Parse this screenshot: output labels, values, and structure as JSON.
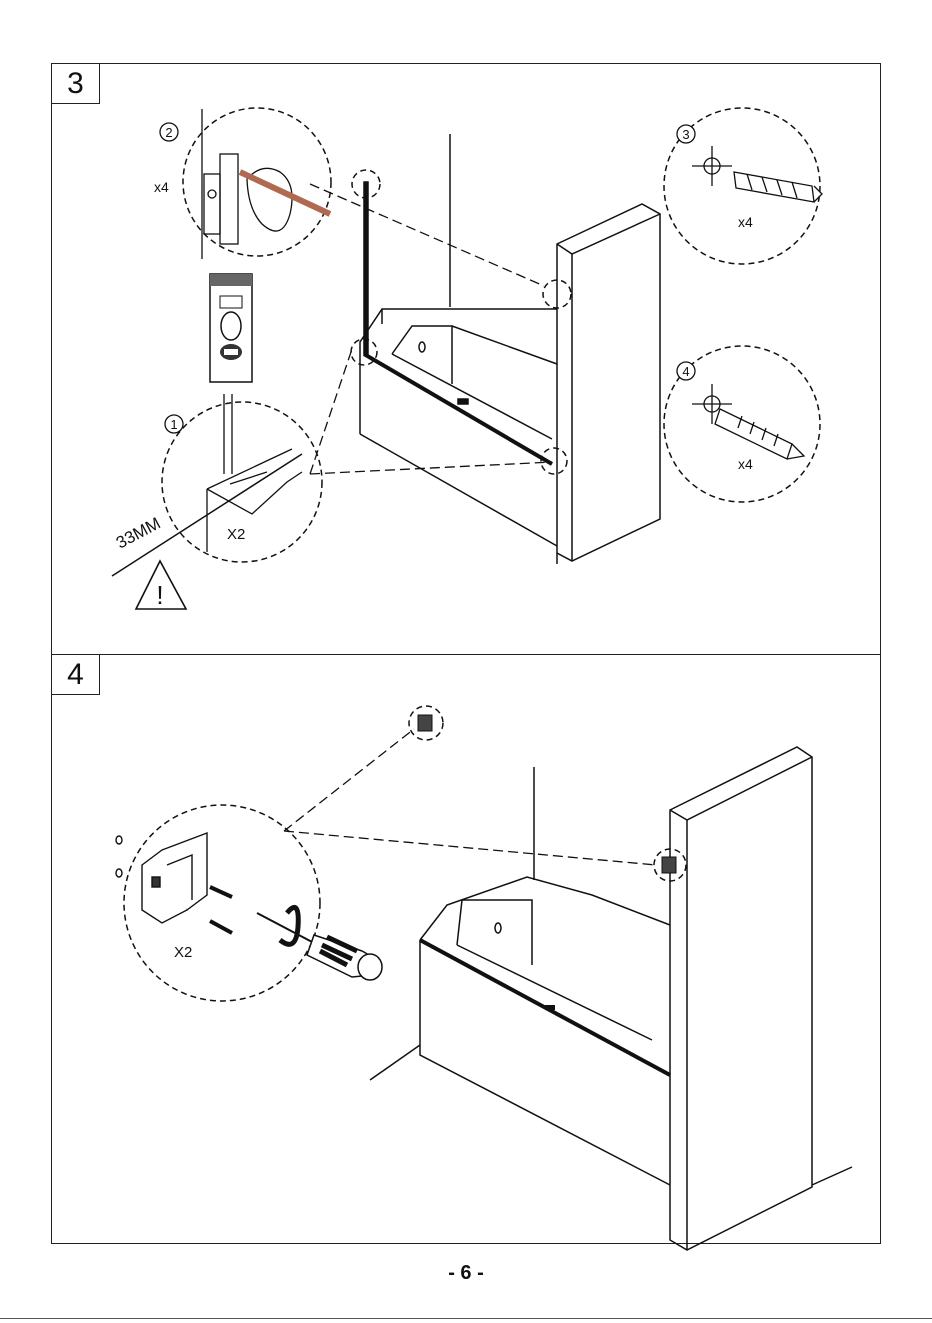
{
  "page_number": "- 6 -",
  "steps": [
    {
      "number": "3",
      "callouts": [
        {
          "id": "2",
          "quantity": "x4"
        },
        {
          "id": "1",
          "quantity": "X2",
          "measurement": "33MM"
        },
        {
          "id": "3",
          "quantity": "x4"
        },
        {
          "id": "4",
          "quantity": "x4"
        }
      ],
      "warning_symbol": "!"
    },
    {
      "number": "4",
      "callouts": [
        {
          "quantity": "X2"
        }
      ]
    }
  ]
}
